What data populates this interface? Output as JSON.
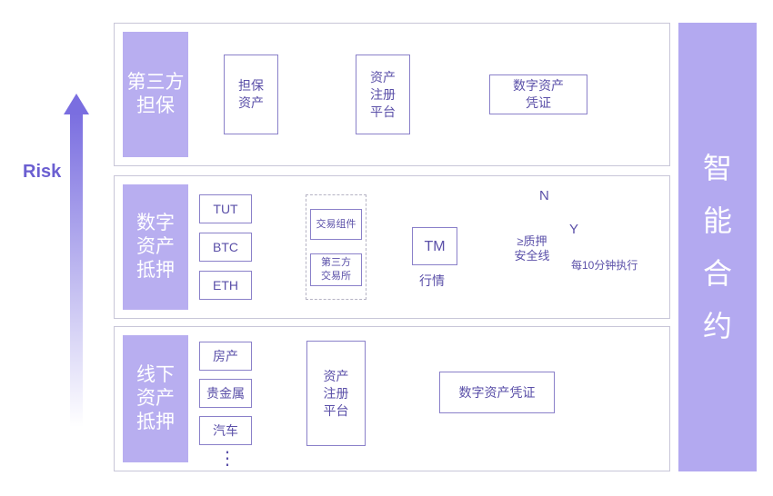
{
  "risk_label": "Risk",
  "panels": {
    "third_party": {
      "label": "第三方\n担保",
      "nodes": [
        "担保\n资产",
        "资产\n注册\n平台",
        "数字资产\n凭证"
      ]
    },
    "digital": {
      "label": "数字\n资产\n抵押",
      "assets": [
        "TUT",
        "BTC",
        "ETH"
      ],
      "exchange_group": [
        "交易组件",
        "第三方\n交易所"
      ],
      "tm": "TM",
      "tm_caption": "行情",
      "decision": "≥质押\n安全线",
      "no_label": "N",
      "yes_label": "Y",
      "yes_caption": "每10分钟执行"
    },
    "offline": {
      "label": "线下\n资产\n抵押",
      "assets": [
        "房产",
        "贵金属",
        "汽车"
      ],
      "more": "⋮",
      "registry": "资产\n注册\n平台",
      "voucher": "数字资产凭证"
    }
  },
  "smart_contract": [
    "智",
    "能",
    "合",
    "约"
  ],
  "colors": {
    "accent": "#7a6ee0",
    "label_fill": "#b8aef0",
    "contract_fill": "#b3a9f0",
    "box_border": "#8a80c9",
    "text": "#5a4fa8"
  }
}
